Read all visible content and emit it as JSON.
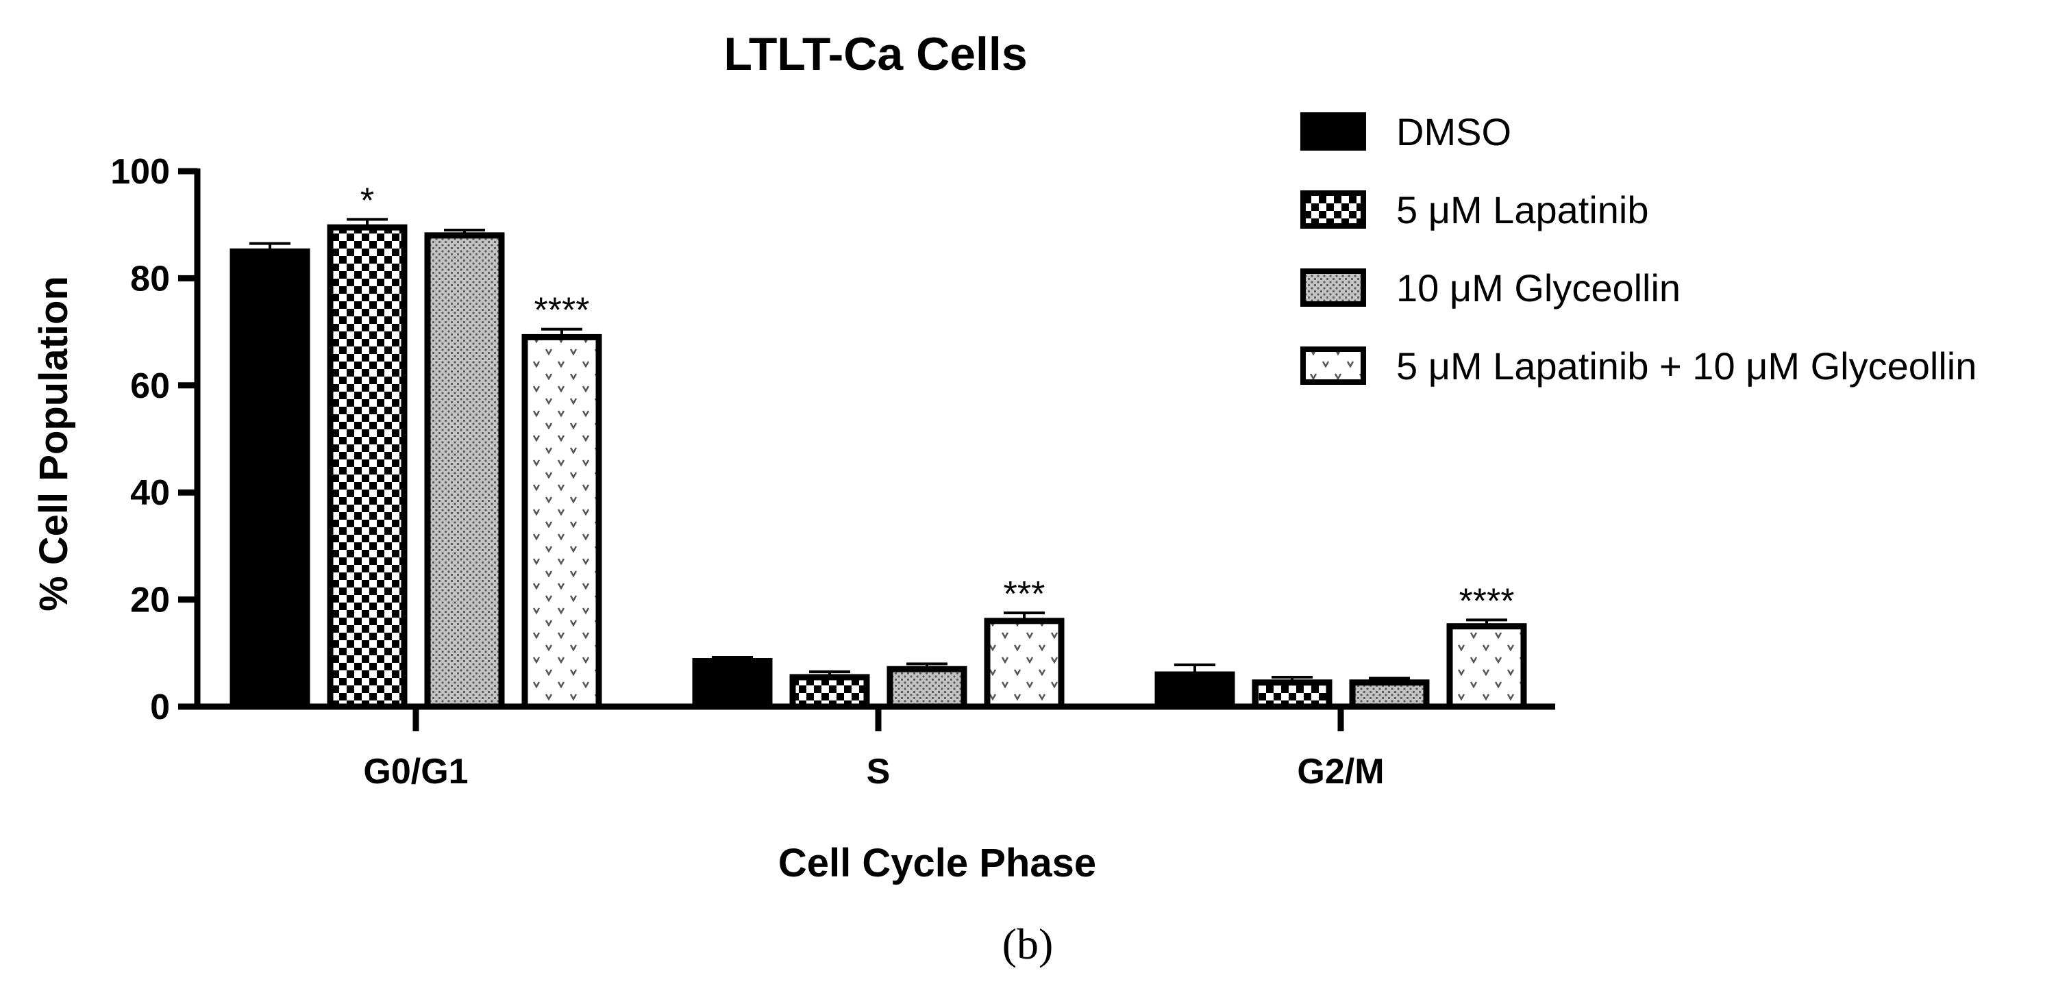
{
  "chart_data": {
    "type": "bar",
    "title": "LTLT-Ca Cells",
    "xlabel": "Cell Cycle Phase",
    "ylabel": "% Cell Population",
    "ylim": [
      0,
      100
    ],
    "yticks": [
      "0",
      "20",
      "40",
      "60",
      "80",
      "100"
    ],
    "categories": [
      "G0/G1",
      "S",
      "G2/M"
    ],
    "series": [
      {
        "name": "DMSO",
        "pattern": "solid",
        "values": [
          85,
          8.5,
          6
        ],
        "errors": [
          1.5,
          0.7,
          1.8
        ],
        "significance": [
          "",
          "",
          ""
        ]
      },
      {
        "name": "5 μM Lapatinib",
        "pattern": "checker",
        "values": [
          89.5,
          5.5,
          4.5
        ],
        "errors": [
          1.5,
          1.0,
          1.0
        ],
        "significance": [
          "*",
          "",
          ""
        ]
      },
      {
        "name": "10 μM Glyceollin",
        "pattern": "dots",
        "values": [
          88,
          7,
          4.5
        ],
        "errors": [
          1.0,
          1.0,
          0.8
        ],
        "significance": [
          "",
          "",
          ""
        ]
      },
      {
        "name": "5 μM Lapatinib + 10 μM Glyceollin",
        "pattern": "sparse-v",
        "values": [
          69,
          16,
          15
        ],
        "errors": [
          1.5,
          1.5,
          1.2
        ],
        "significance": [
          "****",
          "***",
          "****"
        ]
      }
    ],
    "legend_position": "top-right",
    "grid": false
  },
  "panel_label": "(b)",
  "colors": {
    "bar": "#000000",
    "pattern_fill": "#b0b0b0",
    "background": "#ffffff"
  }
}
